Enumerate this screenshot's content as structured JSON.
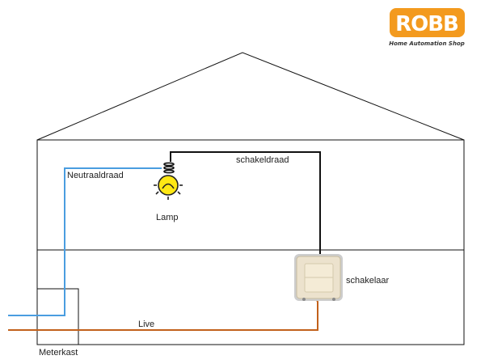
{
  "brand": {
    "logo_text": "ROBB",
    "tagline": "Home Automation Shop",
    "color": "#f39a1e"
  },
  "labels": {
    "neutral_wire": "Neutraaldraad",
    "switched_wire": "schakeldraad",
    "lamp": "Lamp",
    "switch": "schakelaar",
    "live": "Live",
    "meter_box": "Meterkast"
  },
  "wire_colors": {
    "neutral": "#4a9de0",
    "live": "#c2611b",
    "switched": "#111111"
  }
}
